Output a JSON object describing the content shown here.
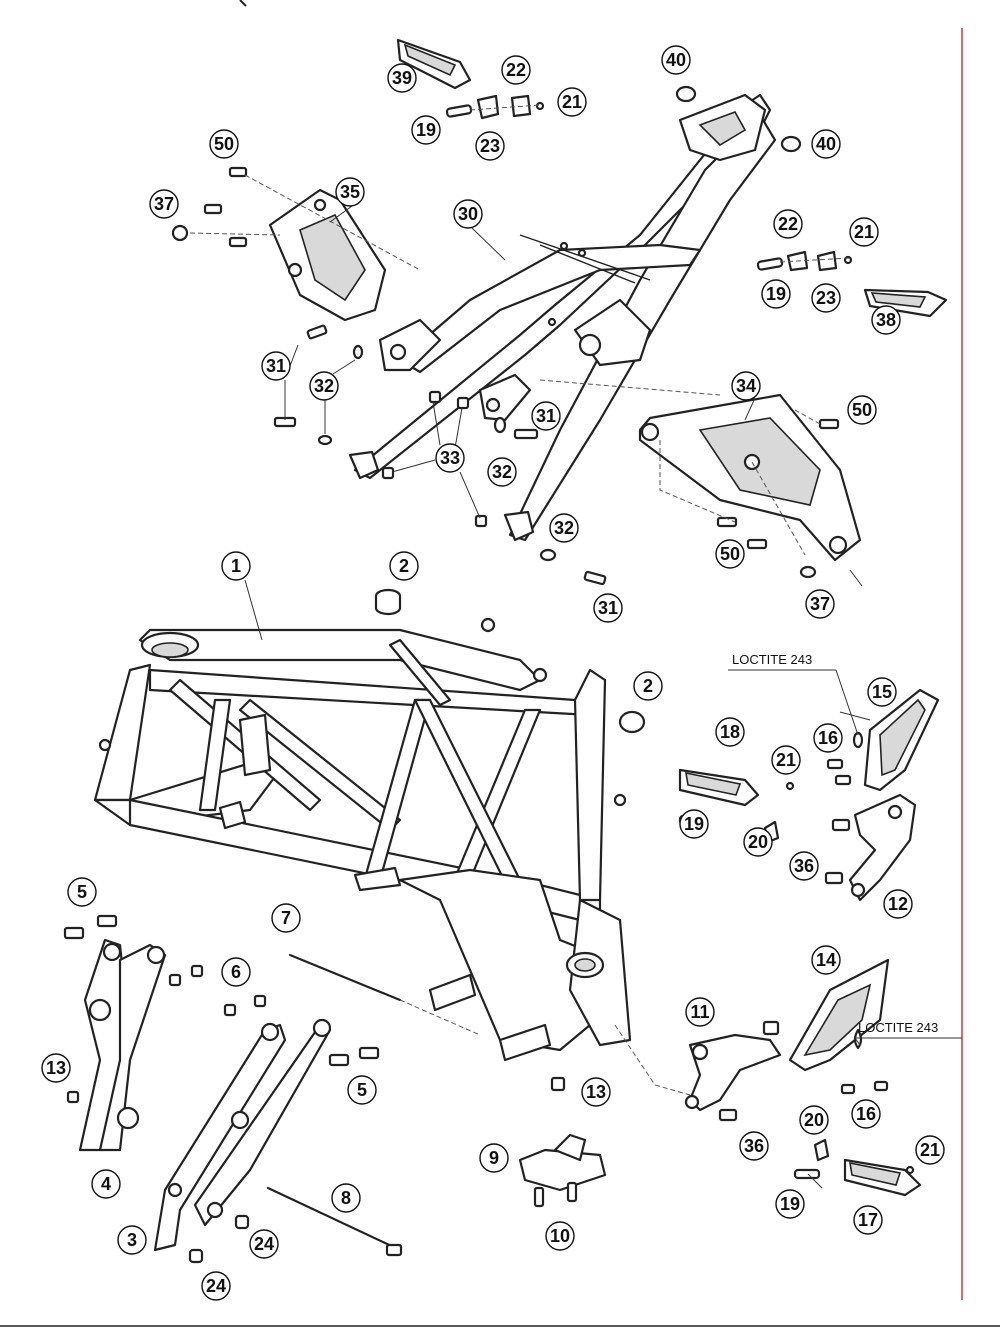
{
  "colors": {
    "accent_rule": "#d23a3a",
    "ink": "#111111"
  },
  "callouts": [
    "1",
    "2",
    "3",
    "4",
    "5",
    "6",
    "7",
    "8",
    "9",
    "10",
    "11",
    "12",
    "13",
    "14",
    "15",
    "16",
    "17",
    "18",
    "19",
    "20",
    "21",
    "22",
    "23",
    "24",
    "30",
    "31",
    "32",
    "33",
    "34",
    "35",
    "36",
    "37",
    "38",
    "39",
    "40",
    "50"
  ],
  "notes": {
    "loctite": "LOCTITE 243"
  }
}
